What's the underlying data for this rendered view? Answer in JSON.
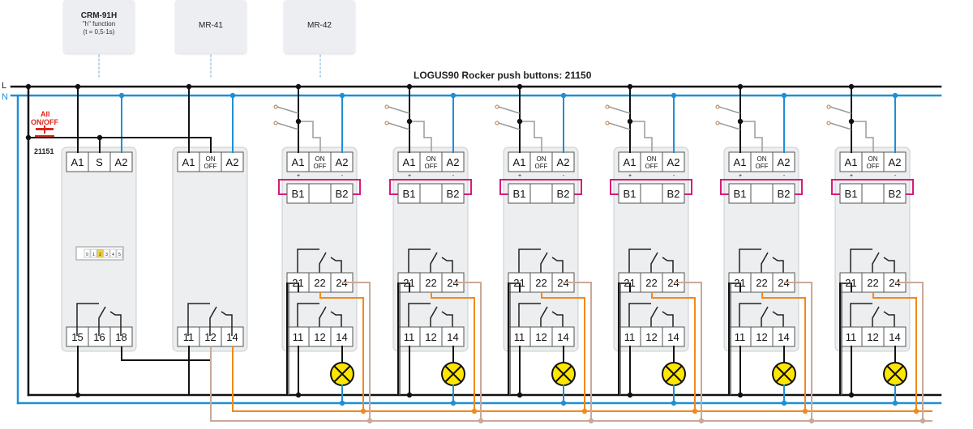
{
  "title": "LOGUS90 Rocker push buttons: 21150",
  "line_labels": {
    "live": "L",
    "neutral": "N"
  },
  "colors": {
    "live": "#111111",
    "neutral": "#1e8fd6",
    "orange": "#f08a1c",
    "beige": "#c9a99a",
    "gray": "#9b9b9b",
    "magenta": "#d81b7a",
    "lamp": "#ffe600",
    "red": "#e0251b"
  },
  "callouts": [
    {
      "title": "CRM-91H",
      "lines": [
        "\"h\" function",
        "(t = 0,5-1s)"
      ]
    },
    {
      "title": "",
      "main": "MR-41"
    },
    {
      "title": "",
      "main": "MR-42"
    }
  ],
  "switch_label": {
    "lines": [
      "All",
      "ON/OFF"
    ],
    "code": "21151"
  },
  "timer_module": {
    "top_terminals": [
      "A1",
      "S",
      "A2"
    ],
    "bottom_terminals": [
      "15",
      "16",
      "18"
    ],
    "dial": [
      "0",
      "1",
      "2",
      "3",
      "4",
      "5"
    ]
  },
  "mr41_module": {
    "top_terminals": [
      "A1",
      "ON OFF",
      "A2"
    ],
    "bottom_terminals": [
      "11",
      "12",
      "14"
    ]
  },
  "mr42_module": {
    "top_terminals": [
      "A1",
      "ON OFF",
      "A2"
    ],
    "b_terminals": [
      "B1",
      "",
      "B2"
    ],
    "mid_terminals": [
      "21",
      "22",
      "24"
    ],
    "bottom_terminals": [
      "11",
      "12",
      "14"
    ],
    "count": 6
  }
}
